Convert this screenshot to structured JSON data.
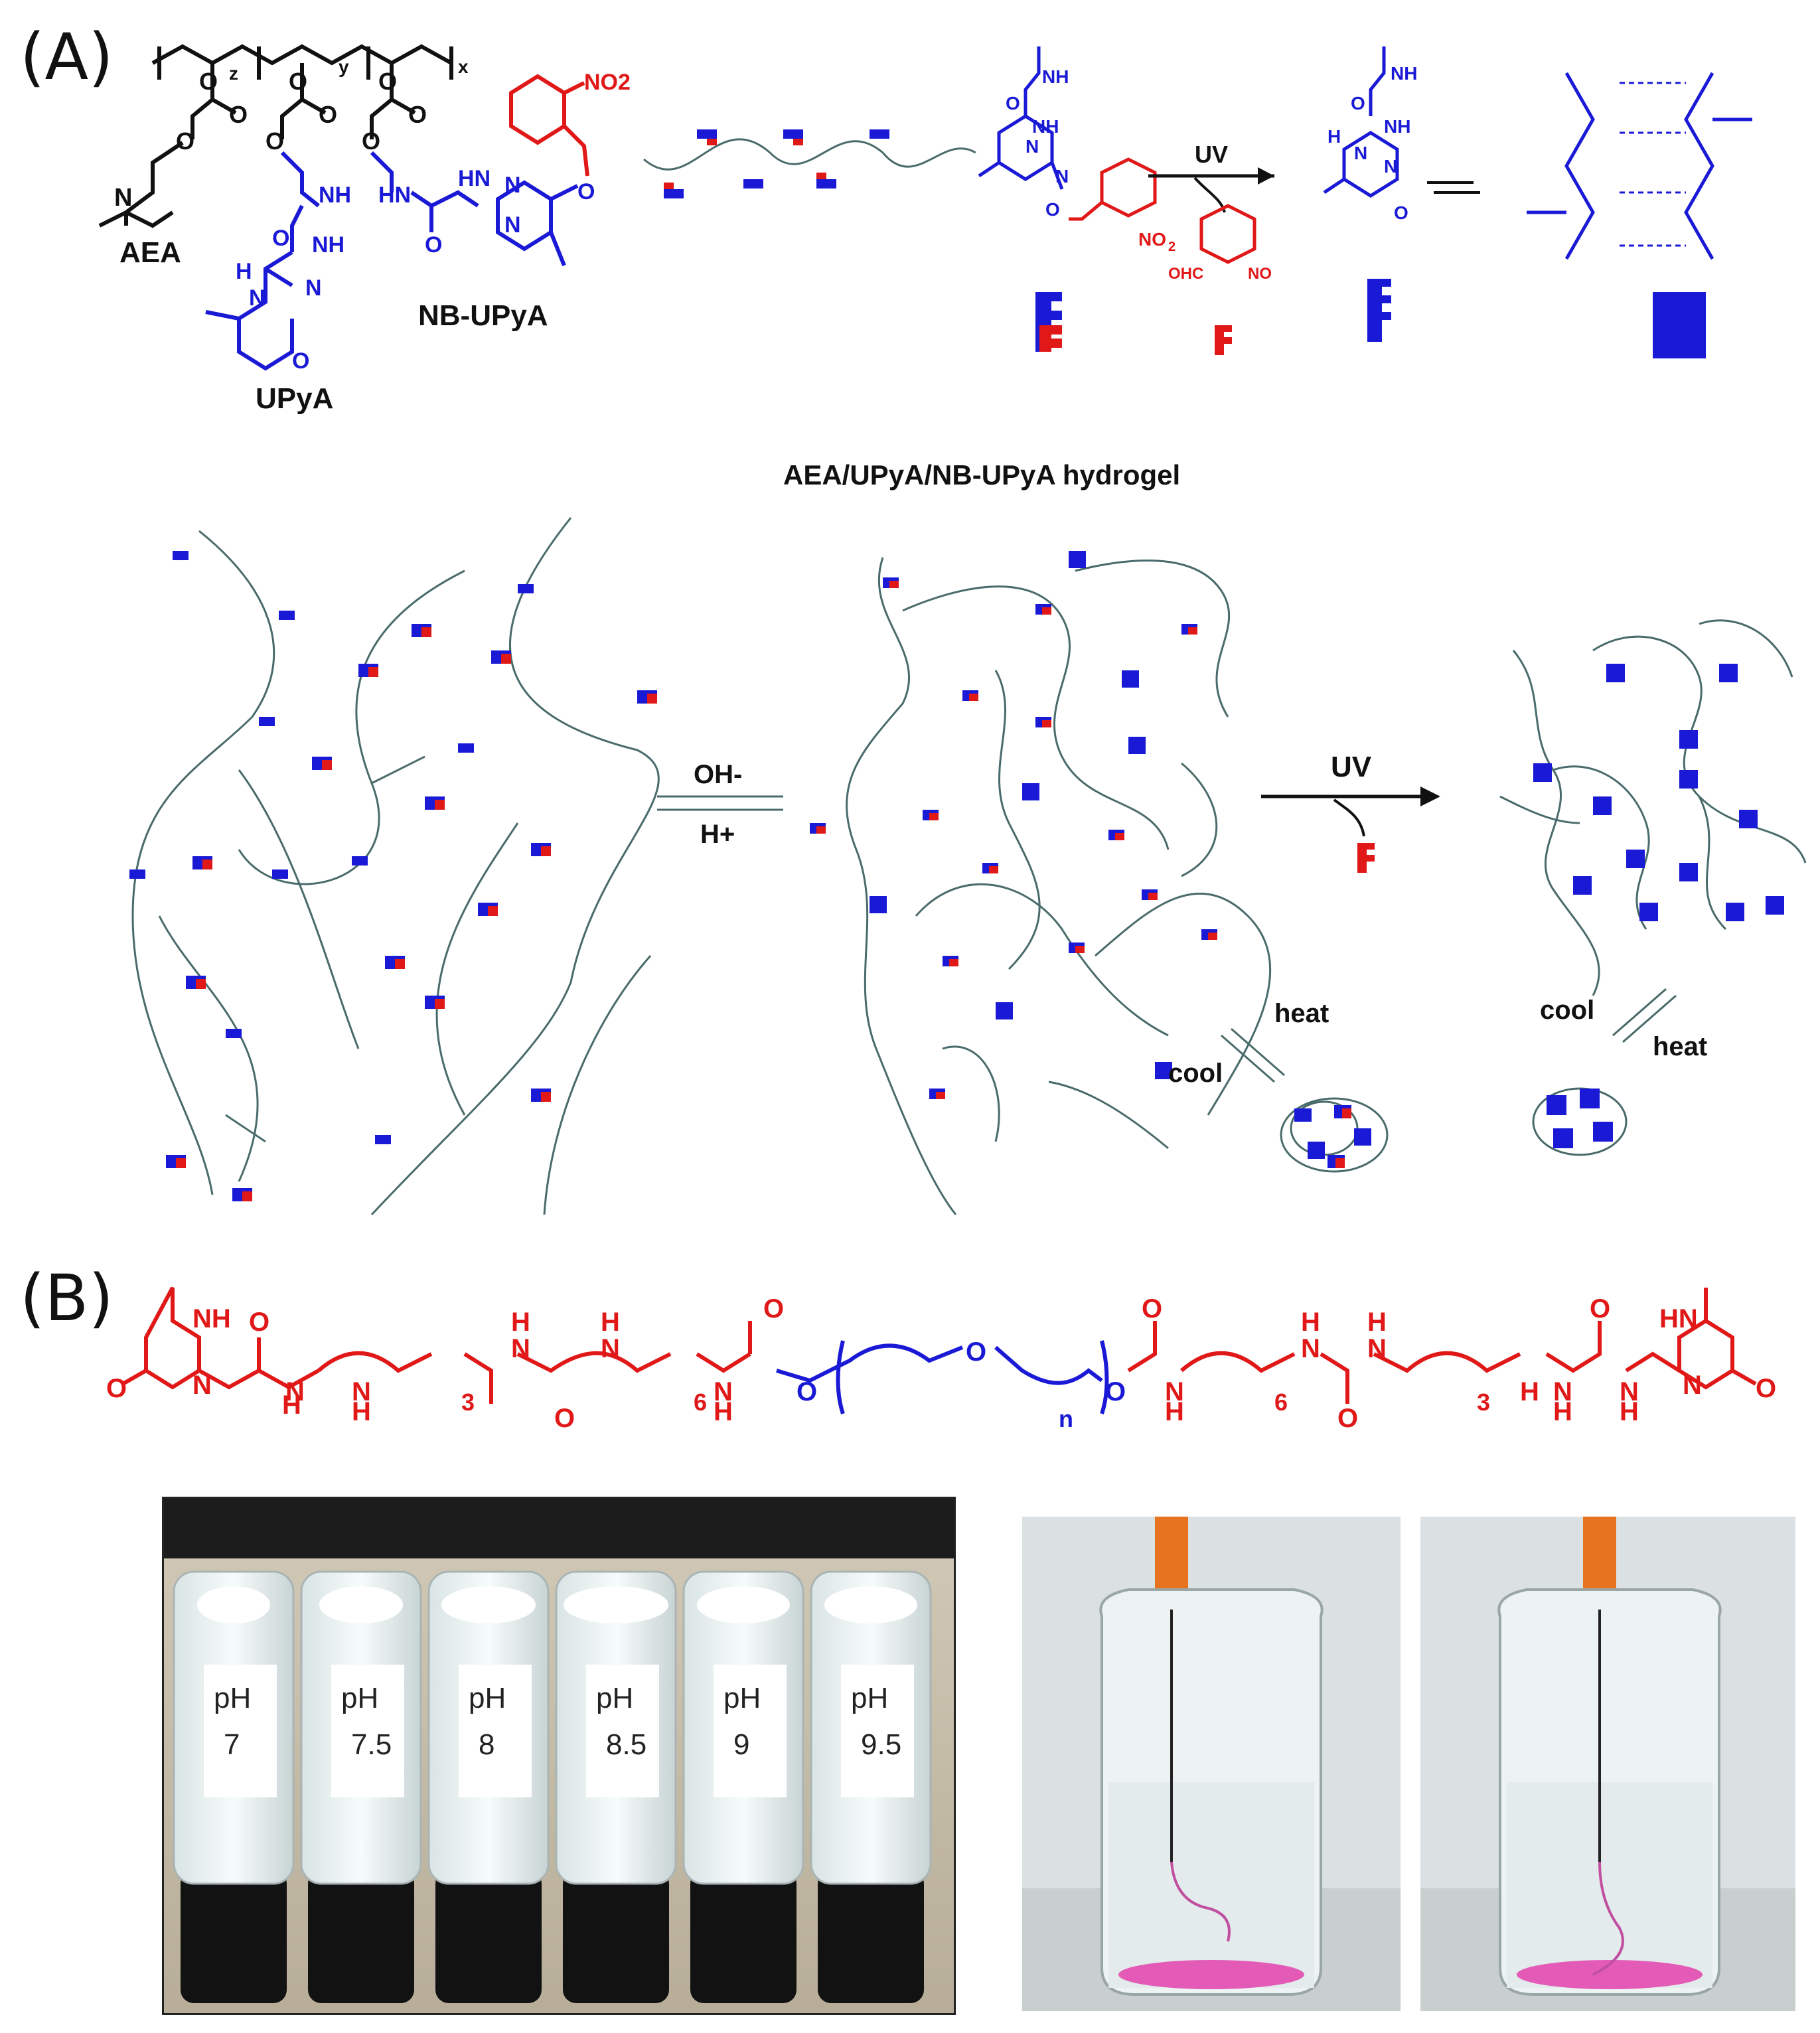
{
  "panels": {
    "a": "(A)",
    "b": "(B)"
  },
  "monomers": {
    "aea": "AEA",
    "upya": "UPyA",
    "nbupya": "NB-UPyA",
    "sub_z": "z",
    "sub_y": "y",
    "sub_x": "x"
  },
  "reaction": {
    "uv": "UV",
    "byproduct_left": "OHC",
    "byproduct_right": "NO",
    "no2": "NO2"
  },
  "hydrogel": {
    "title": "AEA/UPyA/NB-UPyA hydrogel",
    "oh": "OH-",
    "hplus": "H+",
    "uv": "UV",
    "heat_1": "heat",
    "cool_1": "cool",
    "cool_2": "cool",
    "heat_2": "heat"
  },
  "peg": {
    "rep3_a": "3",
    "rep6_a": "6",
    "rep_n": "n",
    "rep6_b": "6",
    "rep3_b": "3"
  },
  "vials": [
    {
      "ph": "pH",
      "value": "7"
    },
    {
      "ph": "pH",
      "value": "7.5"
    },
    {
      "ph": "pH",
      "value": "8"
    },
    {
      "ph": "pH",
      "value": "8.5"
    },
    {
      "ph": "pH",
      "value": "9"
    },
    {
      "ph": "pH",
      "value": "9.5"
    }
  ],
  "colors": {
    "blue": "#1a1ad6",
    "red": "#e01818",
    "chain": "#4a6b6b",
    "black": "#111111"
  }
}
